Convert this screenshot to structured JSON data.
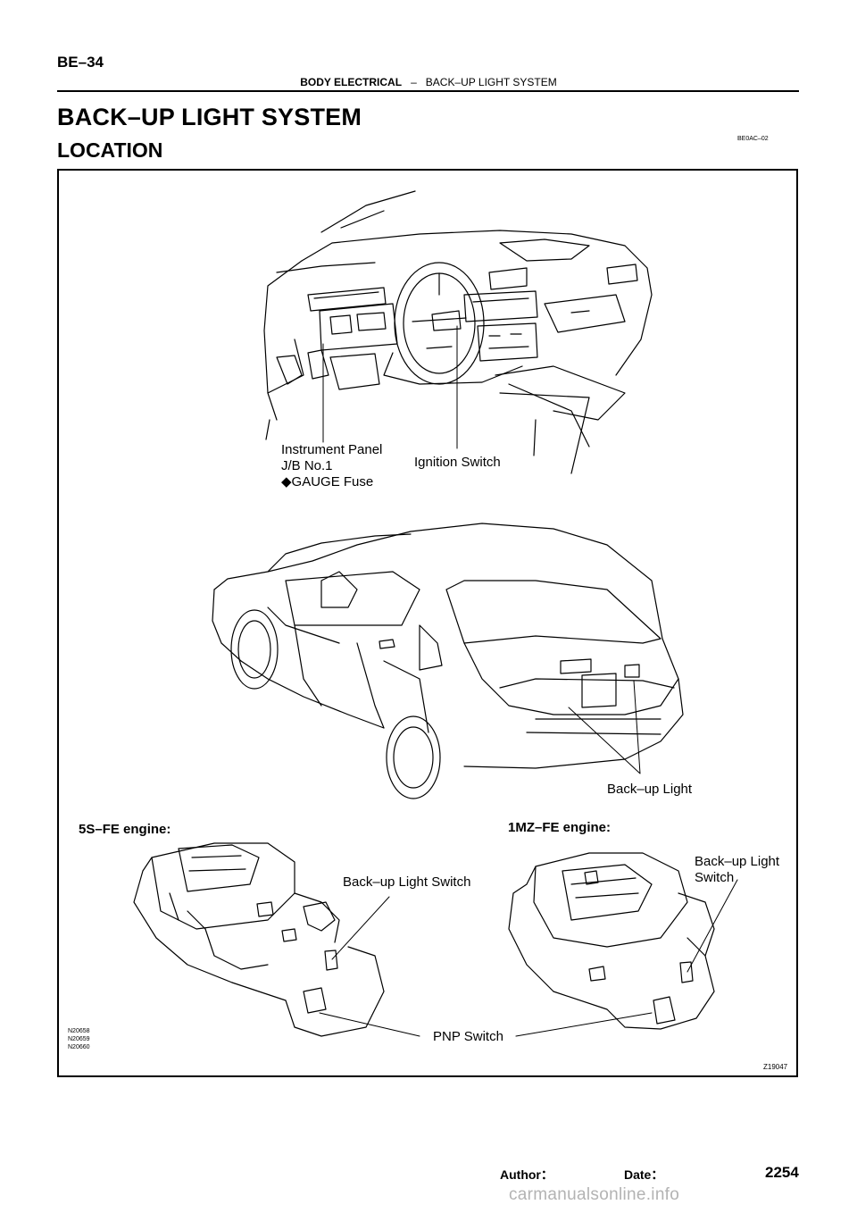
{
  "header": {
    "page_number": "BE–34",
    "section": "BODY ELECTRICAL",
    "separator": "–",
    "subsection": "BACK–UP LIGHT SYSTEM"
  },
  "title": "BACK–UP LIGHT SYSTEM",
  "subtitle": "LOCATION",
  "doc_code": "BE0AC–02",
  "figure": {
    "labels": {
      "instrument_panel_line1": "Instrument Panel",
      "instrument_panel_line2": "J/B No.1",
      "gauge_fuse": "◆GAUGE Fuse",
      "ignition_switch": "Ignition Switch",
      "backup_light": "Back–up Light",
      "engine_5s": "5S–FE engine:",
      "engine_1mz": "1MZ–FE engine:",
      "backup_switch_5s": "Back–up Light Switch",
      "backup_switch_1mz_line1": "Back–up Light",
      "backup_switch_1mz_line2": "Switch",
      "pnp_switch": "PNP Switch"
    },
    "part_codes": [
      "N20658",
      "N20659",
      "N20660"
    ],
    "figure_code": "Z19047"
  },
  "footer": {
    "author_label": "Author：",
    "date_label": "Date：",
    "page_number": "2254"
  },
  "watermark": "carmanualsonline.info"
}
